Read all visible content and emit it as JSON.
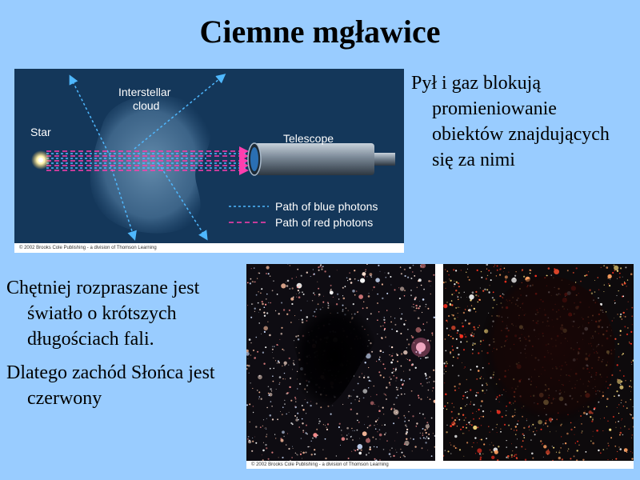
{
  "slide": {
    "title": "Ciemne mgławice"
  },
  "diagram": {
    "labels": {
      "star": "Star",
      "cloud_line1": "Interstellar",
      "cloud_line2": "cloud",
      "telescope": "Telescope",
      "legend_blue": "Path of blue photons",
      "legend_red": "Path of red photons"
    },
    "copyright": "© 2002 Brooks Cole Publishing - a division of Thomson Learning",
    "colors": {
      "background": "#14375a",
      "blue_path": "#4fb8ff",
      "red_path": "#ff3fae"
    }
  },
  "right_text": {
    "paragraphs": [
      "Pył i gaz blokują promieniowanie obiektów znajdujących się za nimi"
    ]
  },
  "left_text": {
    "paragraphs": [
      "Chętniej rozpraszane jest światło o krótszych długościach fali.",
      "Dlatego zachód Słońca jest czerwony"
    ]
  },
  "photos": {
    "copyright": "© 2002 Brooks Cole Publishing - a division of Thomson Learning"
  }
}
